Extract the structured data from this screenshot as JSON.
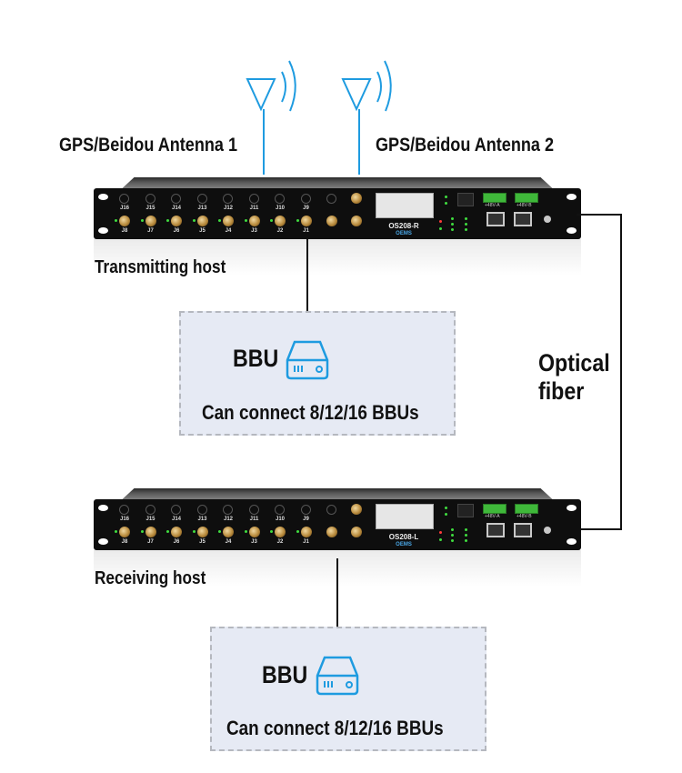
{
  "antennas": [
    {
      "label": "GPS/Beidou Antenna 1"
    },
    {
      "label": "GPS/Beidou Antenna 2"
    }
  ],
  "hosts": [
    {
      "role_label": "Transmitting host",
      "model": "OS208-R",
      "brand": "OEMS",
      "top_ports": [
        "J16",
        "J15",
        "J14",
        "J13",
        "J12",
        "J11",
        "J10",
        "J9"
      ],
      "bottom_ports": [
        "J8",
        "J7",
        "J6",
        "J5",
        "J4",
        "J3",
        "J2",
        "J1"
      ]
    },
    {
      "role_label": "Receiving host",
      "model": "OS208-L",
      "brand": "OEMS",
      "top_ports": [
        "J16",
        "J15",
        "J14",
        "J13",
        "J12",
        "J11",
        "J10",
        "J9"
      ],
      "bottom_ports": [
        "J8",
        "J7",
        "J6",
        "J5",
        "J4",
        "J3",
        "J2",
        "J1"
      ]
    }
  ],
  "bbu_groups": [
    {
      "title": "BBU",
      "icon": "server-drive-icon",
      "note": "Can connect 8/12/16 BBUs"
    },
    {
      "title": "BBU",
      "icon": "server-drive-icon",
      "note": "Can connect 8/12/16 BBUs"
    }
  ],
  "link": {
    "label_line1": "Optical",
    "label_line2": "fiber"
  },
  "device_panel": {
    "power_terminal_a": "+48V-A",
    "power_terminal_b": "+48V-B",
    "colors": {
      "antenna_line": "#1e9be0",
      "bbu_box_fill": "#e6eaf4",
      "led_green": "#3fdc3f",
      "led_red": "#ff3a3a"
    }
  }
}
